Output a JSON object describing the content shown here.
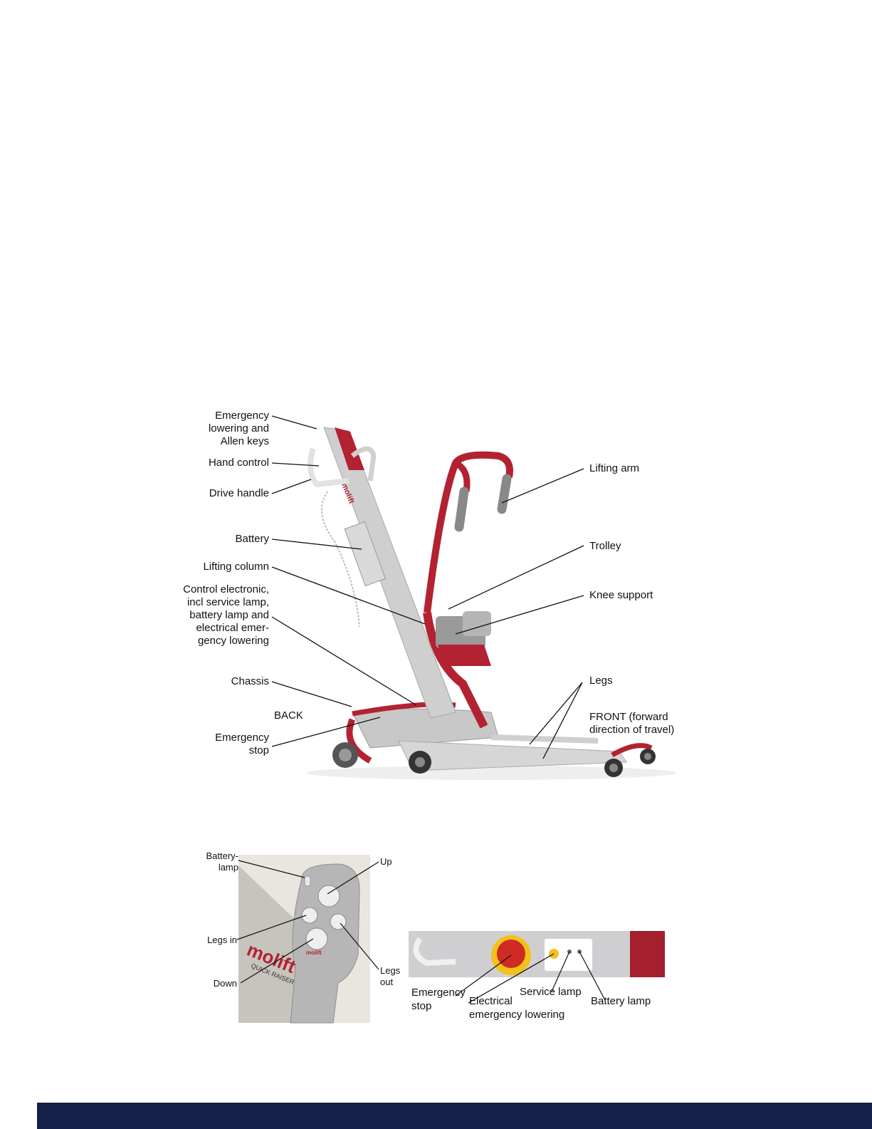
{
  "colors": {
    "frame_red": "#b32231",
    "column_gray": "#c9c9c9",
    "footer_navy": "#14204a"
  },
  "main_diagram": {
    "left_labels": {
      "emergency_lowering": [
        "Emergency",
        "lowering and",
        "Allen keys"
      ],
      "hand_control": "Hand control",
      "drive_handle": "Drive handle",
      "battery": "Battery",
      "lifting_column": "Lifting column",
      "control_electronic": [
        "Control electronic,",
        "incl service lamp,",
        "battery lamp and",
        "electrical emer-",
        "gency lowering"
      ],
      "chassis": "Chassis",
      "back": "BACK",
      "emergency_stop": [
        "Emergency",
        "stop"
      ]
    },
    "right_labels": {
      "lifting_arm": "Lifting arm",
      "trolley": "Trolley",
      "knee_support": "Knee support",
      "legs": "Legs",
      "front": [
        "FRONT (forward",
        "direction of travel)"
      ]
    },
    "brand": "molift"
  },
  "hand_control_diagram": {
    "battery_lamp": [
      "Battery-",
      "lamp"
    ],
    "up": "Up",
    "legs_in": "Legs in",
    "down": "Down",
    "legs_out": [
      "Legs",
      "out"
    ],
    "brand_large": "molift",
    "brand_small": "molift",
    "model": "QUICK RAISER"
  },
  "control_panel_diagram": {
    "emergency_stop": [
      "Emergency",
      "stop"
    ],
    "electrical_lowering": [
      "Electrical",
      "emergency lowering"
    ],
    "service_lamp": "Service lamp",
    "battery_lamp": "Battery lamp"
  }
}
